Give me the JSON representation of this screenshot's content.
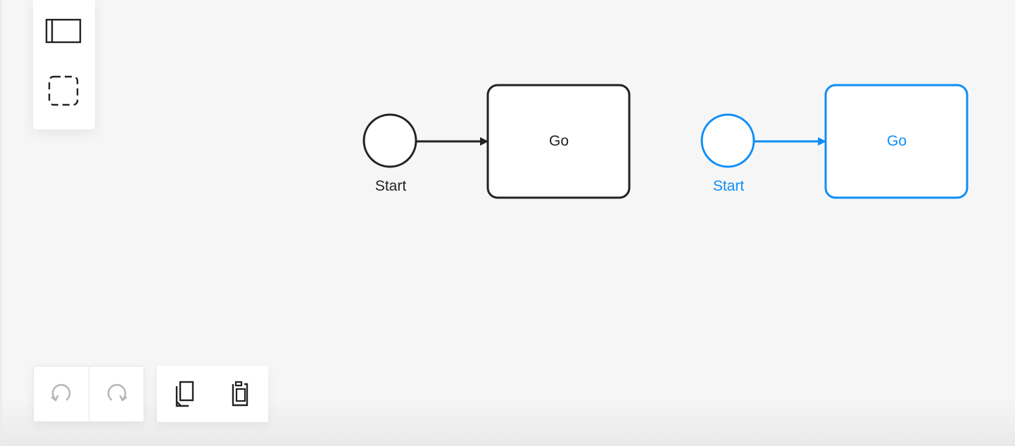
{
  "colors": {
    "default_stroke": "#222222",
    "selected_stroke": "#0f8ef5",
    "canvas_background": "#f6f6f6",
    "disabled_icon": "#b8b8b8"
  },
  "palette": {
    "tools": [
      {
        "name": "create-pool-tool",
        "icon": "pool-icon"
      },
      {
        "name": "lasso-tool",
        "icon": "lasso-icon"
      }
    ]
  },
  "toolbar": {
    "undo": {
      "icon": "undo-icon",
      "state": "disabled"
    },
    "redo": {
      "icon": "redo-icon",
      "state": "disabled"
    },
    "copy": {
      "icon": "copy-icon"
    },
    "paste": {
      "icon": "paste-icon"
    }
  },
  "diagram": {
    "process_default": {
      "start_event_label": "Start",
      "task_label": "Go"
    },
    "process_selected": {
      "start_event_label": "Start",
      "task_label": "Go"
    }
  }
}
